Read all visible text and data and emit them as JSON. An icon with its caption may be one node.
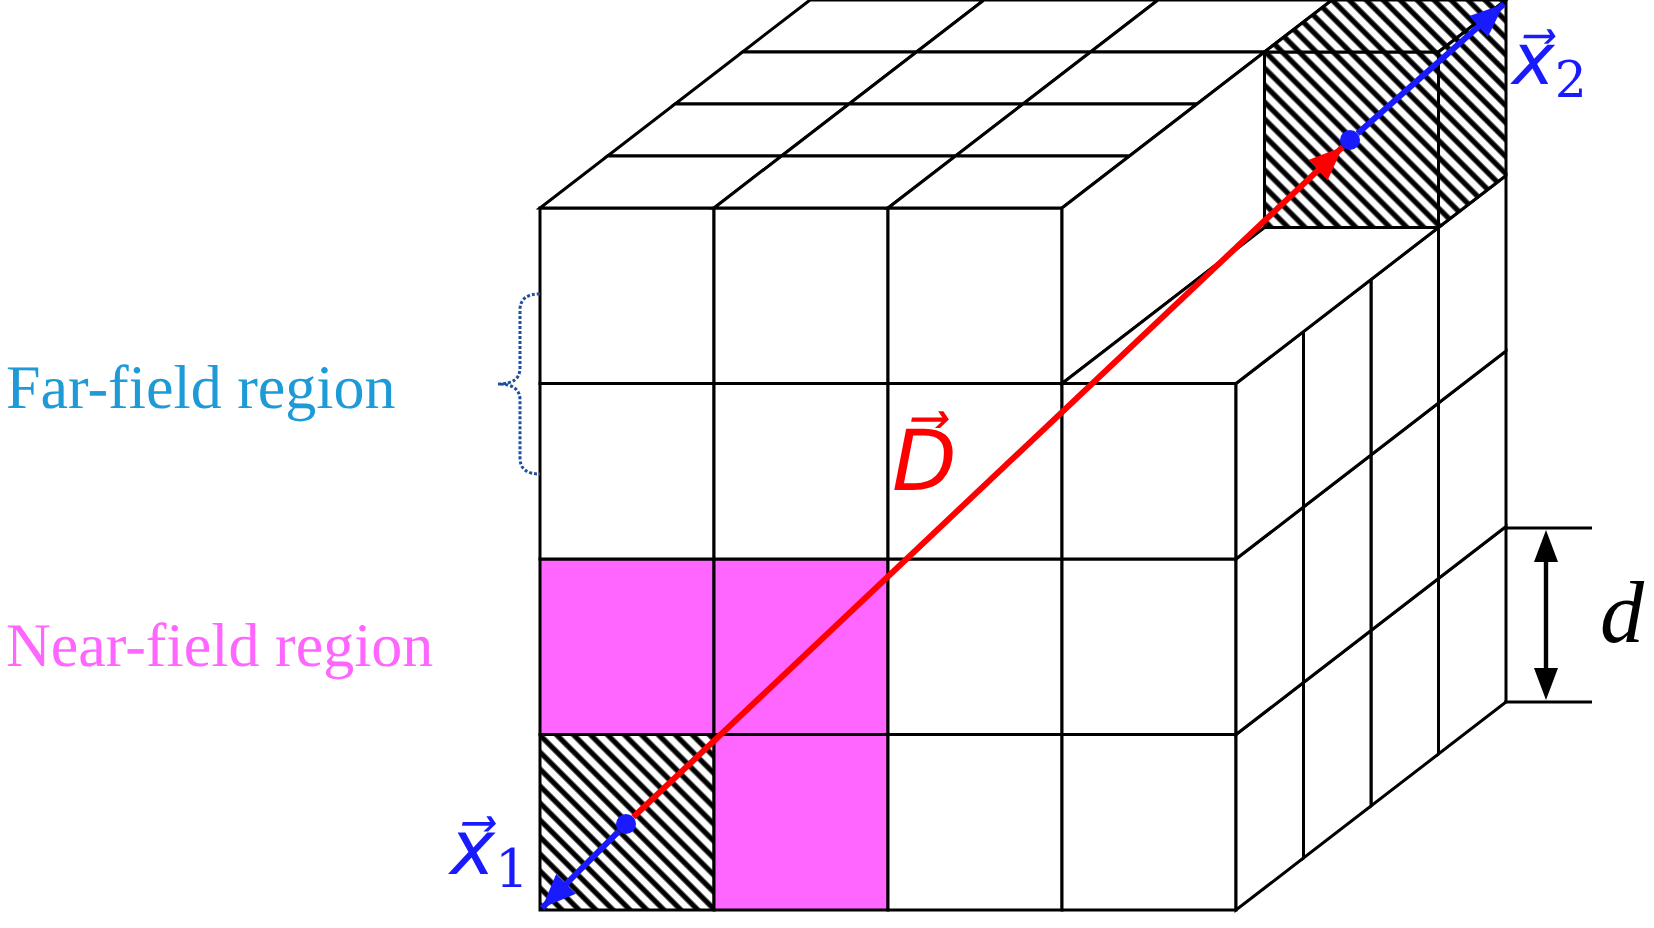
{
  "diagram": {
    "nodes": [
      {
        "text": [],
        "shape": "circle"
      },
      {
        "text": [],
        "shape": "circle"
      }
    ],
    "edges": [
      {
        "from": 0,
        "to": 1,
        "arrow": "to",
        "label": "D⃗",
        "color": "#ff0000"
      },
      {
        "from": 0,
        "to": null,
        "arrow": "to",
        "label": "*x⃗*$_{1}$"
      },
      {
        "from": 1,
        "to": null,
        "arrow": "to",
        "label": "*x⃗*$_{2}$"
      }
    ],
    "labels": [
      "Far-field region",
      "Near-field region",
      "d"
    ]
  }
}
